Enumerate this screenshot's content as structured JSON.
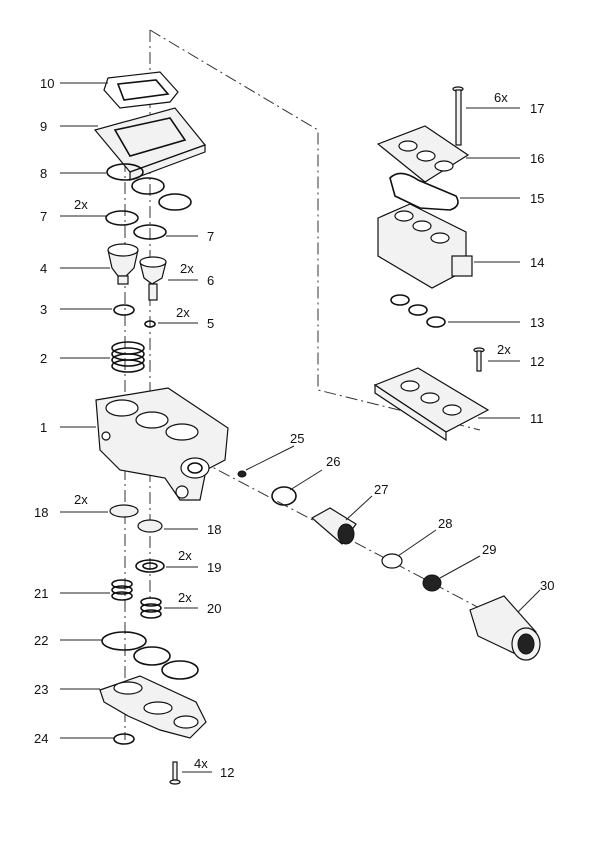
{
  "callouts": [
    {
      "id": "10",
      "label": "10"
    },
    {
      "id": "9",
      "label": "9"
    },
    {
      "id": "8",
      "label": "8"
    },
    {
      "id": "7a",
      "label": "7",
      "qty": "2x"
    },
    {
      "id": "7b",
      "label": "7"
    },
    {
      "id": "4",
      "label": "4"
    },
    {
      "id": "6",
      "label": "6",
      "qty": "2x"
    },
    {
      "id": "3",
      "label": "3"
    },
    {
      "id": "5",
      "label": "5",
      "qty": "2x"
    },
    {
      "id": "2",
      "label": "2"
    },
    {
      "id": "1",
      "label": "1"
    },
    {
      "id": "18a",
      "label": "18",
      "qty": "2x"
    },
    {
      "id": "18b",
      "label": "18"
    },
    {
      "id": "19",
      "label": "19",
      "qty": "2x"
    },
    {
      "id": "21",
      "label": "21"
    },
    {
      "id": "20",
      "label": "20",
      "qty": "2x"
    },
    {
      "id": "22",
      "label": "22"
    },
    {
      "id": "23",
      "label": "23"
    },
    {
      "id": "24",
      "label": "24"
    },
    {
      "id": "12b",
      "label": "12",
      "qty": "4x"
    },
    {
      "id": "17",
      "label": "17",
      "qty": "6x"
    },
    {
      "id": "16",
      "label": "16"
    },
    {
      "id": "15",
      "label": "15"
    },
    {
      "id": "14",
      "label": "14"
    },
    {
      "id": "13",
      "label": "13"
    },
    {
      "id": "12a",
      "label": "12",
      "qty": "2x"
    },
    {
      "id": "11",
      "label": "11"
    },
    {
      "id": "25",
      "label": "25"
    },
    {
      "id": "26",
      "label": "26"
    },
    {
      "id": "27",
      "label": "27"
    },
    {
      "id": "28",
      "label": "28"
    },
    {
      "id": "29",
      "label": "29"
    },
    {
      "id": "30",
      "label": "30"
    }
  ]
}
